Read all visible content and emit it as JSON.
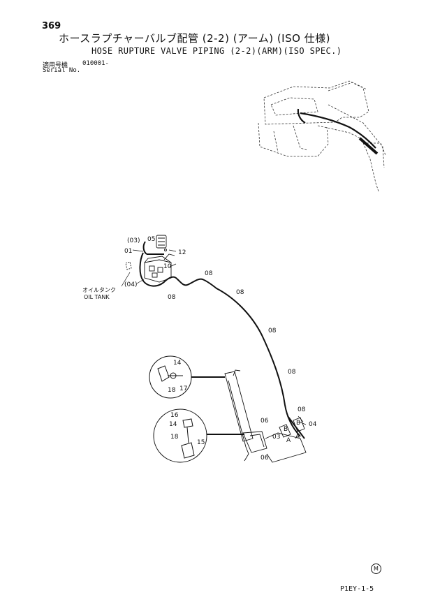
{
  "header": {
    "page_number": "369",
    "title_jp": "ホースラプチャーバルブ配管 (2-2) (アーム) (ISO 仕様)",
    "title_en": "HOSE RUPTURE VALVE PIPING (2-2)(ARM)(ISO SPEC.)",
    "serial_jp": "適用号機",
    "serial_value": "010001-",
    "serial_en": "Serial No."
  },
  "labels": {
    "p03_top": "(03)",
    "p05": "05",
    "p01": "01",
    "p12": "12",
    "p10": "10",
    "p04_left": "(04)",
    "oil_tank_jp": "オイルタンク",
    "oil_tank_en": "OIL TANK",
    "p08_a": "08",
    "p08_b": "08",
    "p08_c": "08",
    "p08_d": "08",
    "p08_e": "08",
    "p08_f": "08",
    "p14_a": "14",
    "p18_a": "18",
    "p17": "17",
    "p16": "16",
    "p14_b": "14",
    "p18_b": "18",
    "p15": "15",
    "p06_a": "06",
    "p06_b": "06",
    "p03_right": "03",
    "p04_right": "04",
    "port_b_left": "B",
    "port_b_right": "B",
    "port_a_left": "A",
    "port_a_right": "A"
  },
  "footer": {
    "mark": "M",
    "page_code": "P1EY-1-5"
  }
}
